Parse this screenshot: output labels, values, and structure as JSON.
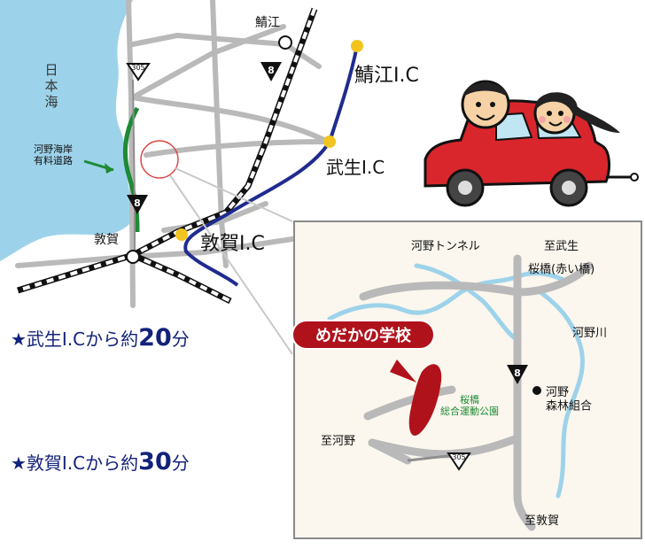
{
  "map": {
    "sea_label": "日\n本\n海",
    "coastal_road_label": "河野海岸\n有料道路",
    "cities": [
      "鯖江",
      "敦賀"
    ],
    "interchanges": [
      "鯖江I.C",
      "武生I.C",
      "敦賀I.C"
    ],
    "route_shields": [
      "305",
      "8",
      "8"
    ]
  },
  "inset": {
    "labels": {
      "tunnel": "河野トンネル",
      "to_takefu": "至武生",
      "bridge": "桜橋(赤い橋)",
      "river": "河野川",
      "forest_coop": "河野\n森林組合",
      "park": "桜橋\n総合運動公園",
      "to_kono": "至河野",
      "to_tsuruga": "至敦賀"
    },
    "route_shields": [
      "8",
      "305"
    ],
    "school_name": "めだかの学校"
  },
  "access": [
    {
      "prefix": "★武生I.Cから約",
      "num": "20",
      "unit": "分"
    },
    {
      "prefix": "★敦賀I.Cから約",
      "num": "30",
      "unit": "分"
    }
  ],
  "colors": {
    "sea": "#9dd3ea",
    "expressway": "#1f2b8f",
    "coastal_road": "#1d8a34",
    "road": "#b9b9b9",
    "ic_marker": "#f2c41f",
    "school": "#b0121b",
    "inset_border": "#8a8a8a",
    "inset_bg": "#fbf6ee",
    "river": "#9dd3ea",
    "text_blue": "#13227a",
    "car": "#d8262c"
  },
  "icons": [
    "car-illustration",
    "shield-marker"
  ]
}
